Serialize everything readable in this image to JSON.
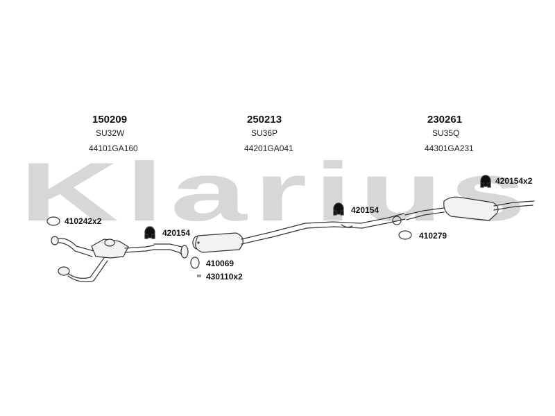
{
  "watermark": {
    "text": "Klarius"
  },
  "groups": [
    {
      "number": "150209",
      "model": "SU32W",
      "ref": "44101GA160"
    },
    {
      "number": "250213",
      "model": "SU36P",
      "ref": "44201GA041"
    },
    {
      "number": "230261",
      "model": "SU35Q",
      "ref": "44301GA231"
    }
  ],
  "parts": {
    "gasket_front": "410242x2",
    "hanger_front": "420154",
    "ring_410069": "410069",
    "bolt_430110": "430110x2",
    "hanger_mid": "420154",
    "gasket_410279": "410279",
    "hanger_rear": "420154x2"
  },
  "colors": {
    "watermark": "#d7d7d7",
    "line": "#333333",
    "fill": "#f2f2f2"
  }
}
